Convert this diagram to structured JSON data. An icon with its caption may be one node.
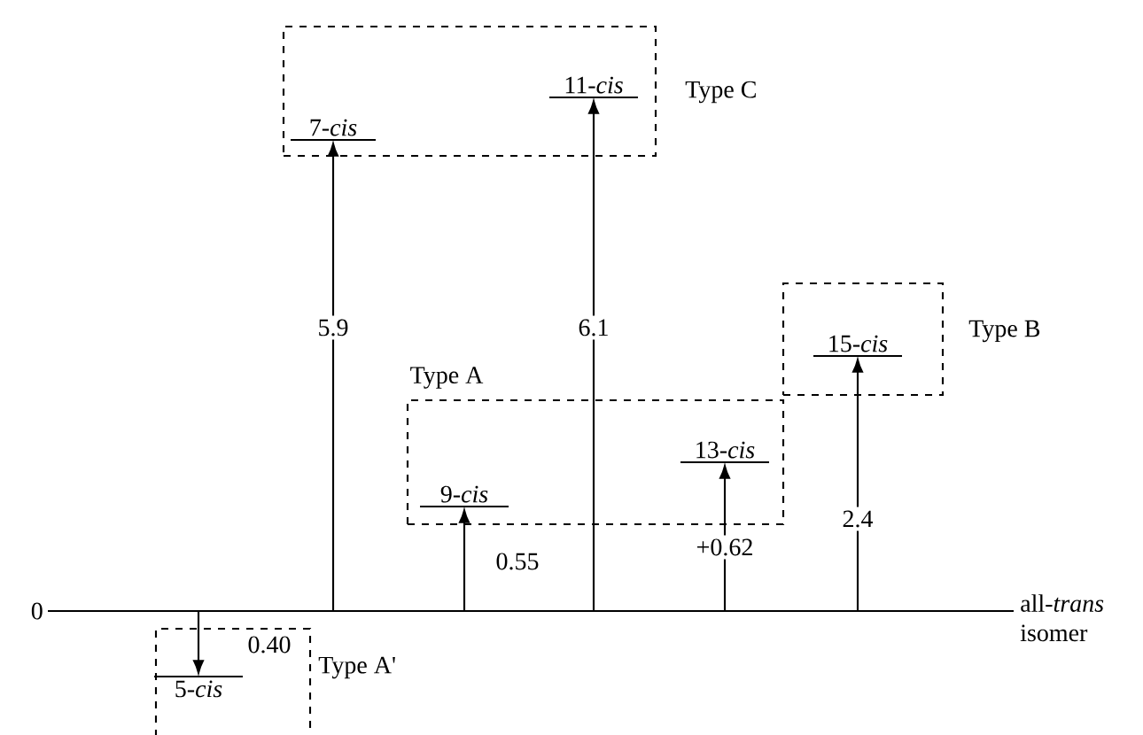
{
  "diagram": {
    "nodes": [
      {
        "text": [
          "Type C"
        ]
      },
      {
        "text": [
          "7-*cis*"
        ],
        "in": 0
      },
      {
        "text": [
          "11-*cis*"
        ],
        "in": 0
      },
      {
        "text": [
          "Type A"
        ]
      },
      {
        "text": [
          "9-*cis*"
        ],
        "in": 3
      },
      {
        "text": [
          "13-*cis*"
        ],
        "in": 3
      },
      {
        "text": [
          "Type B"
        ]
      },
      {
        "text": [
          "15-*cis*"
        ],
        "in": 6
      },
      {
        "text": [
          "Type A'"
        ]
      },
      {
        "text": [
          "5-*cis*"
        ],
        "in": 8
      }
    ],
    "edges": [
      {
        "from": null,
        "to": 1,
        "arrow": "to",
        "label": "5.9"
      },
      {
        "from": null,
        "to": 2,
        "arrow": "to",
        "label": "6.1"
      },
      {
        "from": null,
        "to": 4,
        "arrow": "to",
        "label": "0.55"
      },
      {
        "from": null,
        "to": 5,
        "arrow": "to",
        "label": "+0.62"
      },
      {
        "from": null,
        "to": 7,
        "arrow": "to",
        "label": "2.4"
      },
      {
        "from": null,
        "to": 9,
        "arrow": "to",
        "label": "0.40"
      }
    ],
    "labels": [
      "0",
      "all-*trans* isomer"
    ]
  }
}
